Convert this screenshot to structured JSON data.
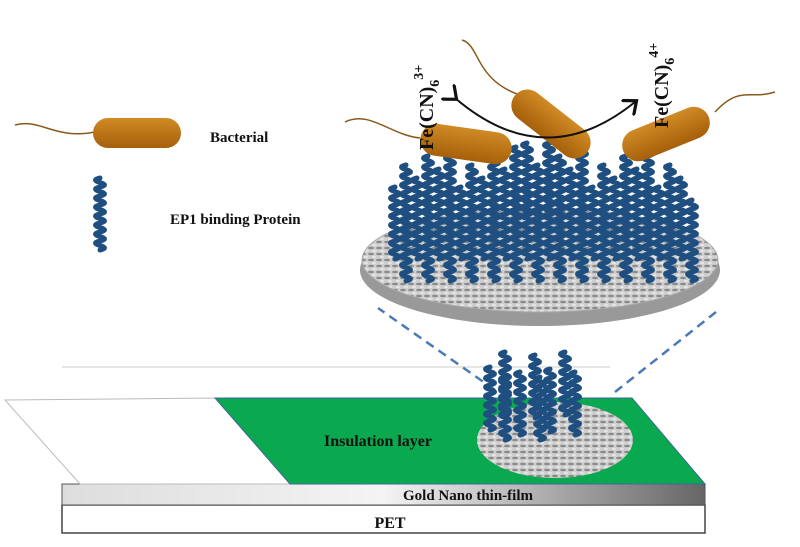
{
  "legend": {
    "bacterial_label": "Bacterial",
    "protein_label": "EP1 binding Protein"
  },
  "redox": {
    "left_label": "Fe(CN)",
    "left_sub": "6",
    "left_sup": "3+",
    "right_label": "Fe(CN)",
    "right_sub": "6",
    "right_sup": "4+"
  },
  "layers": {
    "insulation": "Insulation layer",
    "gold": "Gold Nano thin-film",
    "pet": "PET"
  },
  "colors": {
    "bacteria": "#b8700f",
    "protein": "#1f4f80",
    "insulation": "#0aa84f",
    "arrow": "#4a7ab8"
  }
}
